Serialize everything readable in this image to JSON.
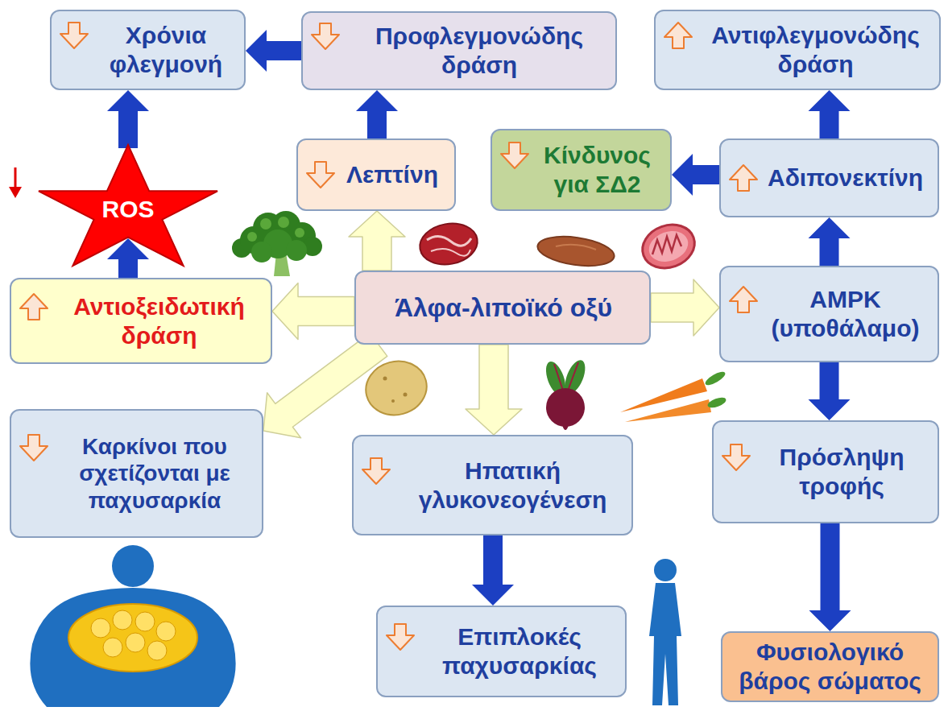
{
  "diagram": {
    "nodes": [
      {
        "text": [
          "Χρόνια φλεγμονή"
        ]
      },
      {
        "text": [
          "Προφλεγμονώδης δράση"
        ]
      },
      {
        "text": [
          "Αντιφλεγμονώδης δράση"
        ]
      },
      {
        "text": [
          "ROS"
        ]
      },
      {
        "text": [
          "Λεπτίνη"
        ]
      },
      {
        "text": [
          "Κίνδυνος για ΣΔ2"
        ]
      },
      {
        "text": [
          "Αδιπονεκτίνη"
        ]
      },
      {
        "text": [
          "Αντιοξειδωτική δράση"
        ]
      },
      {
        "text": [
          "Άλφα-λιποϊκό οξύ"
        ]
      },
      {
        "text": [
          "AMPK (υποθάλαμο)"
        ]
      },
      {
        "text": [
          "Καρκίνοι που σχετίζονται με παχυσαρκία"
        ]
      },
      {
        "text": [
          "Ηπατική γλυκονεογένεση"
        ]
      },
      {
        "text": [
          "Πρόσληψη τροφής"
        ]
      },
      {
        "text": [
          "Επιπλοκές παχυσαρκίας"
        ]
      },
      {
        "text": [
          "Φυσιολογικό βάρος σώματος"
        ]
      }
    ],
    "edges": [
      {
        "from": 3,
        "to": 0,
        "arrow": "to"
      },
      {
        "from": 1,
        "to": 0,
        "arrow": "to"
      },
      {
        "from": 4,
        "to": 1,
        "arrow": "to"
      },
      {
        "from": 6,
        "to": 2,
        "arrow": "to"
      },
      {
        "from": 6,
        "to": 5,
        "arrow": "to"
      },
      {
        "from": 9,
        "to": 6,
        "arrow": "to"
      },
      {
        "from": 7,
        "to": 3,
        "arrow": "to"
      },
      {
        "from": 8,
        "to": 7,
        "arrow": "to"
      },
      {
        "from": 8,
        "to": 4,
        "arrow": "to"
      },
      {
        "from": 8,
        "to": 9,
        "arrow": "to"
      },
      {
        "from": 8,
        "to": 10,
        "arrow": "to"
      },
      {
        "from": 8,
        "to": 11,
        "arrow": "to"
      },
      {
        "from": 9,
        "to": 12,
        "arrow": "to"
      },
      {
        "from": 11,
        "to": 13,
        "arrow": "to"
      },
      {
        "from": 12,
        "to": 14,
        "arrow": "to"
      }
    ]
  }
}
